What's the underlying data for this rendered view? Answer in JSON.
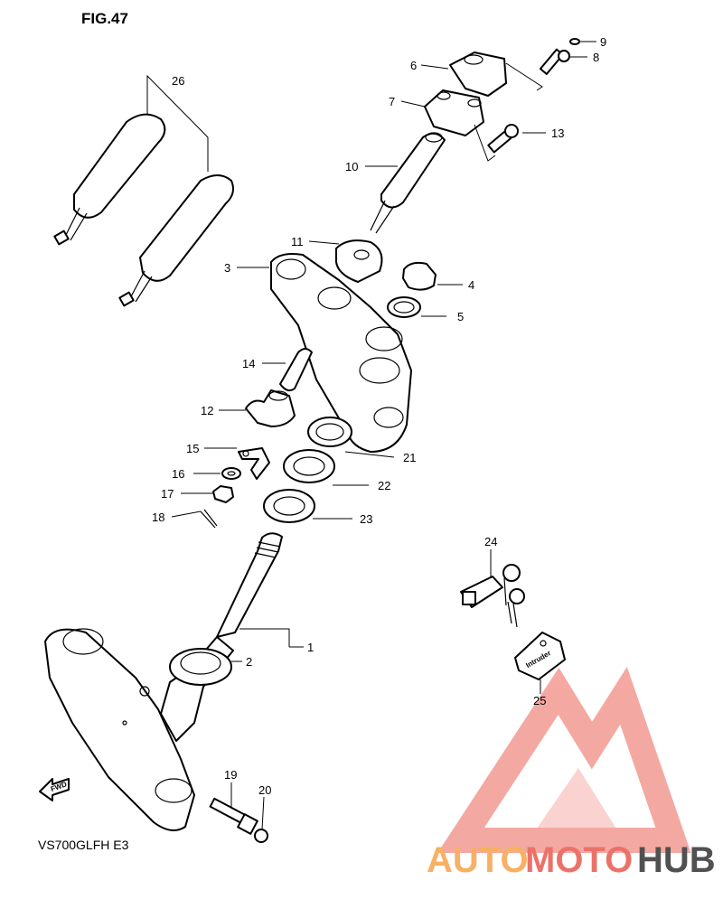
{
  "figure": {
    "title": "FIG.47",
    "model": "VS700GLFH  E3",
    "direction_marker": "FWD"
  },
  "watermark": {
    "brand_part1": "AUTO",
    "brand_part2": "MOTO",
    "brand_part3": "HUB",
    "color_accent": "#f6a34b",
    "color_brand": "#e85a4f",
    "color_dark": "#333333"
  },
  "callouts": [
    "1",
    "2",
    "3",
    "4",
    "5",
    "6",
    "7",
    "8",
    "9",
    "10",
    "11",
    "12",
    "13",
    "14",
    "15",
    "16",
    "17",
    "18",
    "19",
    "20",
    "21",
    "22",
    "23",
    "24",
    "25",
    "26"
  ],
  "key_plate_text": "Intruder"
}
